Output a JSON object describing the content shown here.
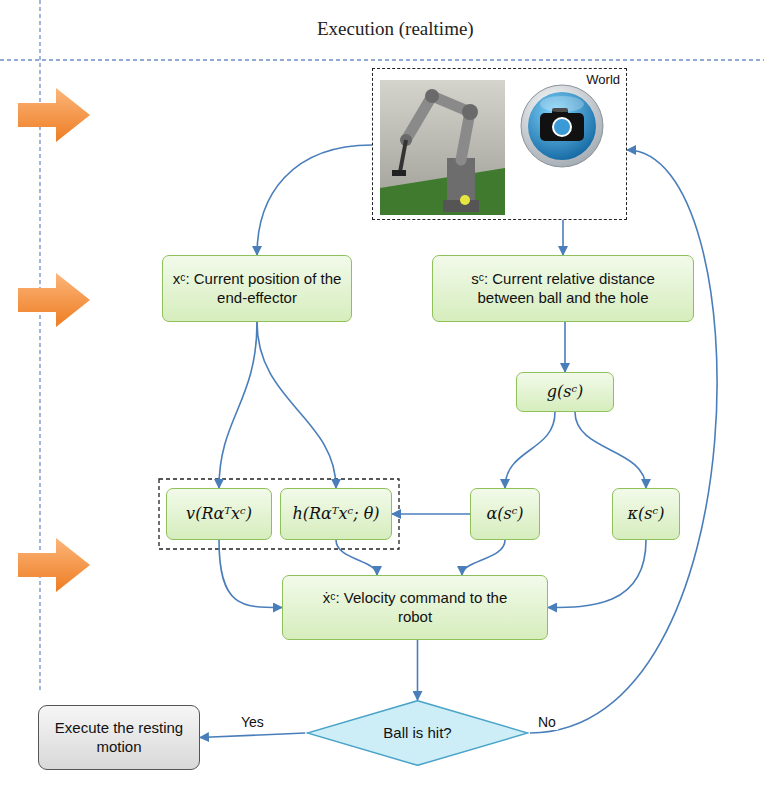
{
  "diagram": {
    "title": "Execution (realtime)",
    "nodes": [
      {
        "text": [
          "World"
        ]
      },
      {
        "text": [
          "xᶜ: Current position of the end-effector"
        ]
      },
      {
        "text": [
          "sᶜ: Current relative distance between ball and the hole"
        ]
      },
      {
        "text": [
          "g(sᶜ)"
        ]
      },
      {
        "text": [
          "α(sᶜ)"
        ]
      },
      {
        "text": [
          "κ(sᶜ)"
        ]
      },
      {
        "text": [
          "v(Rαᵀxᶜ)"
        ]
      },
      {
        "text": [
          "h(Rαᵀxᶜ; θ)"
        ]
      },
      {
        "text": [
          "ẋᶜ: Velocity command to the robot"
        ]
      },
      {
        "text": [
          "Ball is hit?"
        ]
      },
      {
        "text": [
          "Execute the resting motion"
        ]
      }
    ],
    "edges": [
      {
        "from": 0,
        "to": 1,
        "arrow": "to"
      },
      {
        "from": 0,
        "to": 2,
        "arrow": "to"
      },
      {
        "from": 2,
        "to": 3,
        "arrow": "to"
      },
      {
        "from": 3,
        "to": 4,
        "arrow": "to"
      },
      {
        "from": 3,
        "to": 5,
        "arrow": "to"
      },
      {
        "from": 1,
        "to": 6,
        "arrow": "to"
      },
      {
        "from": 1,
        "to": 7,
        "arrow": "to"
      },
      {
        "from": 4,
        "to": 7,
        "arrow": "to"
      },
      {
        "from": 6,
        "to": 8,
        "arrow": "to"
      },
      {
        "from": 7,
        "to": 8,
        "arrow": "to"
      },
      {
        "from": 4,
        "to": 8,
        "arrow": "to"
      },
      {
        "from": 5,
        "to": 8,
        "arrow": "to"
      },
      {
        "from": 8,
        "to": 9,
        "arrow": "to"
      },
      {
        "from": 9,
        "to": 10,
        "label": "Yes",
        "arrow": "to"
      },
      {
        "from": 9,
        "to": 0,
        "label": "No",
        "arrow": "to"
      }
    ]
  }
}
